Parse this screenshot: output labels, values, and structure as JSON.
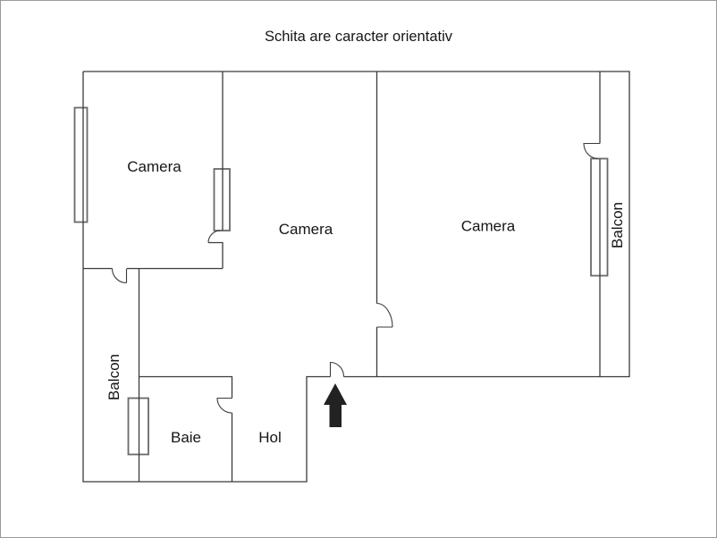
{
  "title": "Schita are caracter orientativ",
  "rooms": {
    "camera_top_left": "Camera",
    "camera_middle": "Camera",
    "camera_right": "Camera",
    "baie": "Baie",
    "hol": "Hol",
    "balcon_left": "Balcon",
    "balcon_right": "Balcon"
  },
  "colors": {
    "background": "#ffffff",
    "border": "#9a9a9a",
    "wall": "#3b3b3b",
    "window_frame": "#6a6a6a",
    "text": "#161616",
    "arrow": "#222222"
  }
}
